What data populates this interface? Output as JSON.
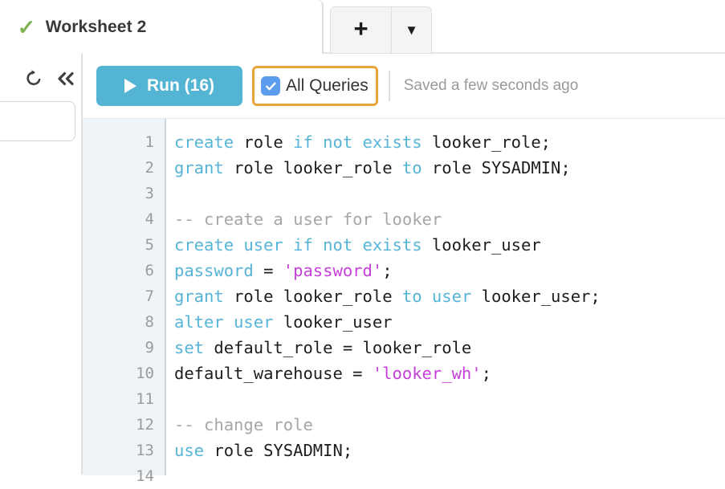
{
  "tabbar": {
    "tab": {
      "label": "Worksheet 2",
      "status_icon": "check-icon",
      "status_color": "#7fb352"
    },
    "add_tab_label": "+",
    "menu_tab_label": "▼"
  },
  "left_panel": {
    "refresh_icon": "refresh-icon",
    "collapse_icon": "double-chevron-left-icon",
    "input_value": "",
    "input_placeholder": ""
  },
  "toolbar": {
    "run_label": "Run (16)",
    "run_icon": "play-triangle-icon",
    "run_color": "#54b4d3",
    "all_queries_label": "All Queries",
    "all_queries_checked": true,
    "checkbox_color": "#5b9ced",
    "focus_ring_color": "#e8a33d",
    "saved_status": "Saved a few seconds ago"
  },
  "editor": {
    "line_numbers": [
      "1",
      "2",
      "3",
      "4",
      "5",
      "6",
      "7",
      "8",
      "9",
      "10",
      "11",
      "12",
      "13",
      "14"
    ],
    "lines": [
      [
        {
          "t": "create ",
          "c": "kw"
        },
        {
          "t": "role ",
          "c": "pln"
        },
        {
          "t": "if not exists ",
          "c": "kw"
        },
        {
          "t": "looker_role;",
          "c": "pln"
        }
      ],
      [
        {
          "t": "grant ",
          "c": "kw"
        },
        {
          "t": "role looker_role ",
          "c": "pln"
        },
        {
          "t": "to ",
          "c": "kw"
        },
        {
          "t": "role SYSADMIN;",
          "c": "pln"
        }
      ],
      [],
      [
        {
          "t": "-- create a user for looker",
          "c": "cmt"
        }
      ],
      [
        {
          "t": "create user if not exists ",
          "c": "kw"
        },
        {
          "t": "looker_user",
          "c": "pln"
        }
      ],
      [
        {
          "t": "password ",
          "c": "kw"
        },
        {
          "t": "= ",
          "c": "pln"
        },
        {
          "t": "'password'",
          "c": "str"
        },
        {
          "t": ";",
          "c": "pln"
        }
      ],
      [
        {
          "t": "grant ",
          "c": "kw"
        },
        {
          "t": "role looker_role ",
          "c": "pln"
        },
        {
          "t": "to user ",
          "c": "kw"
        },
        {
          "t": "looker_user;",
          "c": "pln"
        }
      ],
      [
        {
          "t": "alter user ",
          "c": "kw"
        },
        {
          "t": "looker_user",
          "c": "pln"
        }
      ],
      [
        {
          "t": "set ",
          "c": "kw"
        },
        {
          "t": "default_role = looker_role",
          "c": "pln"
        }
      ],
      [
        {
          "t": "default_warehouse = ",
          "c": "pln"
        },
        {
          "t": "'looker_wh'",
          "c": "str"
        },
        {
          "t": ";",
          "c": "pln"
        }
      ],
      [],
      [
        {
          "t": "-- change role",
          "c": "cmt"
        }
      ],
      [
        {
          "t": "use ",
          "c": "kw"
        },
        {
          "t": "role SYSADMIN;",
          "c": "pln"
        }
      ],
      []
    ],
    "plain_text": "create role if not exists looker_role;\ngrant role looker_role to role SYSADMIN;\n\n-- create a user for looker\ncreate user if not exists looker_user\npassword = 'password';\ngrant role looker_role to user looker_user;\nalter user looker_user\nset default_role = looker_role\ndefault_warehouse = 'looker_wh';\n\n-- change role\nuse role SYSADMIN;\n",
    "syntax_colors": {
      "keyword": "#56b4d8",
      "string": "#c540d8",
      "comment": "#a6a6a6",
      "plain": "#1e1e1e",
      "gutter_bg": "#eef4f7",
      "gutter_text": "#9b9b9b"
    }
  }
}
